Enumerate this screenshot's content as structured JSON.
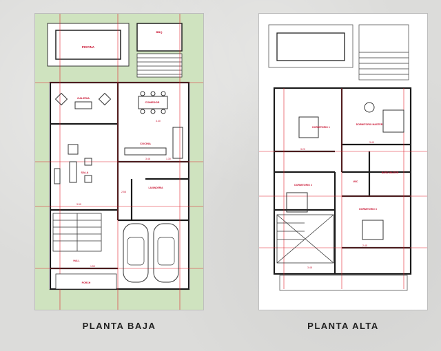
{
  "plans": [
    {
      "caption": "PLANTA BAJA",
      "rooms": {
        "piscina": "PISCINA",
        "bbq": "BBQ",
        "galeria": "GALERIA",
        "comedor": "COMEDOR",
        "cocina": "COCINA",
        "sala": "SALA",
        "lavanderia": "LAVANDERIA",
        "hall": "HALL",
        "porch": "PORCH"
      },
      "dimensions": [
        "3.50",
        "3.46",
        "3.40",
        "1.30",
        "2.58",
        "1.50"
      ]
    },
    {
      "caption": "PLANTA ALTA",
      "rooms": {
        "dormitorio1": "DORMITORIO 1",
        "dormitorio_master": "DORMITORIO MASTER",
        "wic": "WIC",
        "bano_master": "BAÑO MASTER",
        "dormitorio2": "DORMITORIO 2",
        "dormitorio3": "DORMITORIO 3"
      },
      "dimensions": [
        "3.20",
        "3.40",
        "3.48",
        "2.40"
      ]
    }
  ],
  "colors": {
    "background": "#dcdcda",
    "panel": "#ffffff",
    "wall": "#1a1a1a",
    "dimension": "#e0202a",
    "garden": "#cfe3bf"
  }
}
